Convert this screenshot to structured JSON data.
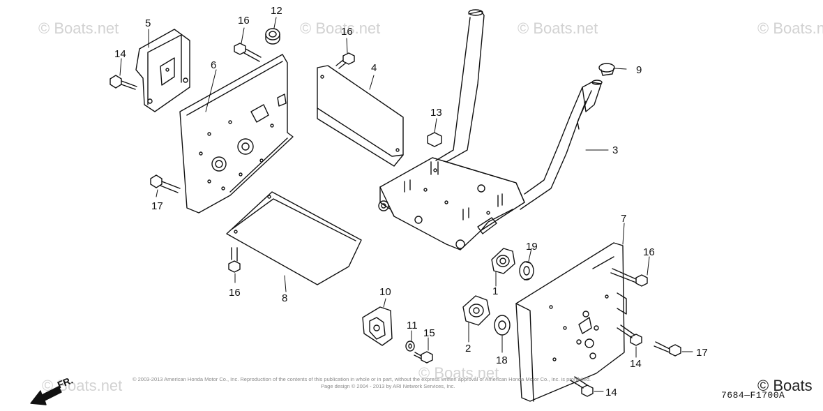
{
  "watermarks": [
    "© Boats.net",
    "© Boats.net",
    "© Boats.net",
    "© Boats.net",
    "© Boats.net",
    "© Boats.net"
  ],
  "corner_brand": "© Boats",
  "front_label": "FR.",
  "copyright_line1": "© 2003-2013 American Honda Motor Co., Inc. Reproduction of the contents of this publication in whole or in part, without the express written approval of American Honda Motor Co., Inc. is prohibited.",
  "copyright_line2": "Page design © 2004 - 2013 by ARI Network Services, Inc.",
  "diagram_code": "7684—F1700A",
  "callouts": [
    {
      "id": "c1",
      "label": "1"
    },
    {
      "id": "c2",
      "label": "2"
    },
    {
      "id": "c3",
      "label": "3"
    },
    {
      "id": "c4",
      "label": "4"
    },
    {
      "id": "c5",
      "label": "5"
    },
    {
      "id": "c6",
      "label": "6"
    },
    {
      "id": "c7",
      "label": "7"
    },
    {
      "id": "c8",
      "label": "8"
    },
    {
      "id": "c9",
      "label": "9"
    },
    {
      "id": "c10",
      "label": "10"
    },
    {
      "id": "c11",
      "label": "11"
    },
    {
      "id": "c12",
      "label": "12"
    },
    {
      "id": "c13",
      "label": "13"
    },
    {
      "id": "c14a",
      "label": "14"
    },
    {
      "id": "c14b",
      "label": "14"
    },
    {
      "id": "c14c",
      "label": "14"
    },
    {
      "id": "c15",
      "label": "15"
    },
    {
      "id": "c16a",
      "label": "16"
    },
    {
      "id": "c16b",
      "label": "16"
    },
    {
      "id": "c16c",
      "label": "16"
    },
    {
      "id": "c16d",
      "label": "16"
    },
    {
      "id": "c17a",
      "label": "17"
    },
    {
      "id": "c17b",
      "label": "17"
    },
    {
      "id": "c18",
      "label": "18"
    },
    {
      "id": "c19",
      "label": "19"
    }
  ]
}
